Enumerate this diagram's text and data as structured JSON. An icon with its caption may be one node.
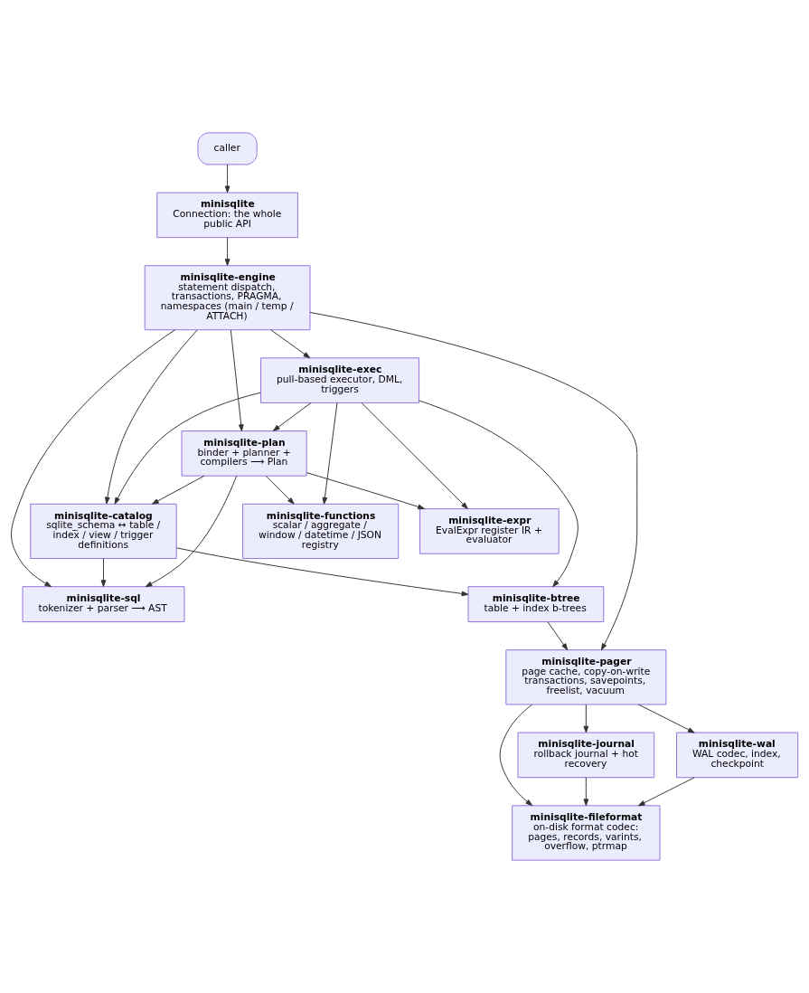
{
  "diagram": {
    "nodes": [
      {
        "text": [
          "caller"
        ]
      },
      {
        "text": [
          "minisqlite",
          "Connection: the whole public API"
        ]
      },
      {
        "text": [
          "minisqlite-engine",
          "statement dispatch, transactions, PRAGMA, namespaces (main / temp / ATTACH)"
        ]
      },
      {
        "text": [
          "minisqlite-exec",
          "pull-based executor, DML, triggers"
        ]
      },
      {
        "text": [
          "minisqlite-plan",
          "binder + planner + compilers ⟶ Plan"
        ]
      },
      {
        "text": [
          "minisqlite-expr",
          "EvalExpr register IR + evaluator"
        ]
      },
      {
        "text": [
          "minisqlite-catalog",
          "sqlite_schema ↔ table / index / view / trigger definitions"
        ]
      },
      {
        "text": [
          "minisqlite-functions",
          "scalar / aggregate / window / datetime / JSON registry"
        ]
      },
      {
        "text": [
          "minisqlite-sql",
          "tokenizer + parser ⟶ AST"
        ]
      },
      {
        "text": [
          "minisqlite-btree",
          "table + index b-trees"
        ]
      },
      {
        "text": [
          "minisqlite-pager",
          "page cache, copy-on-write transactions, savepoints, freelist, vacuum"
        ]
      },
      {
        "text": [
          "minisqlite-journal",
          "rollback journal + hot recovery"
        ]
      },
      {
        "text": [
          "minisqlite-wal",
          "WAL codec, index, checkpoint"
        ]
      },
      {
        "text": [
          "minisqlite-fileformat",
          "on-disk format codec: pages, records, varints, overflow, ptrmap"
        ]
      }
    ],
    "edges": [
      {
        "from": 0,
        "to": 1,
        "arrow": "to"
      },
      {
        "from": 1,
        "to": 2,
        "arrow": "to"
      },
      {
        "from": 2,
        "to": 3,
        "arrow": "to"
      },
      {
        "from": 2,
        "to": 4,
        "arrow": "to"
      },
      {
        "from": 2,
        "to": 8,
        "arrow": "to"
      },
      {
        "from": 2,
        "to": 6,
        "arrow": "to"
      },
      {
        "from": 2,
        "to": 10,
        "arrow": "to"
      },
      {
        "from": 3,
        "to": 4,
        "arrow": "to"
      },
      {
        "from": 3,
        "to": 6,
        "arrow": "to"
      },
      {
        "from": 3,
        "to": 5,
        "arrow": "to"
      },
      {
        "from": 3,
        "to": 7,
        "arrow": "to"
      },
      {
        "from": 3,
        "to": 9,
        "arrow": "to"
      },
      {
        "from": 4,
        "to": 8,
        "arrow": "to"
      },
      {
        "from": 4,
        "to": 5,
        "arrow": "to"
      },
      {
        "from": 4,
        "to": 6,
        "arrow": "to"
      },
      {
        "from": 4,
        "to": 7,
        "arrow": "to"
      },
      {
        "from": 6,
        "to": 8,
        "arrow": "to"
      },
      {
        "from": 6,
        "to": 9,
        "arrow": "to"
      },
      {
        "from": 9,
        "to": 10,
        "arrow": "to"
      },
      {
        "from": 10,
        "to": 11,
        "arrow": "to"
      },
      {
        "from": 10,
        "to": 12,
        "arrow": "to"
      },
      {
        "from": 10,
        "to": 13,
        "arrow": "to"
      },
      {
        "from": 11,
        "to": 13,
        "arrow": "to"
      },
      {
        "from": 12,
        "to": 13,
        "arrow": "to"
      }
    ]
  }
}
